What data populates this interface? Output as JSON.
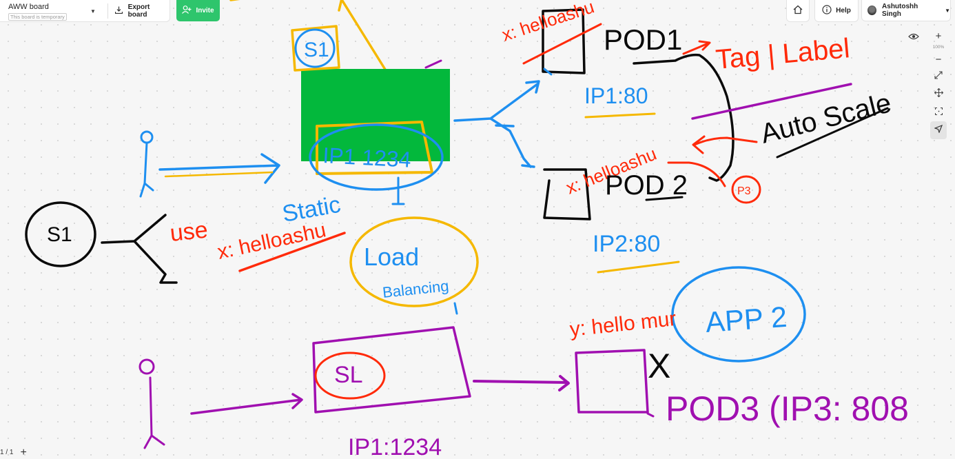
{
  "board": {
    "title": "AWW board",
    "subtitle": "This board is temporary",
    "export_label": "Export board",
    "invite_label": "Invite"
  },
  "header": {
    "help_label": "Help",
    "user_name": "Ashutoshh Singh"
  },
  "zoom": {
    "level": "100%"
  },
  "pagination": {
    "current": "1 / 1"
  },
  "drawing": {
    "colors": {
      "red": "#ff2a0a",
      "blue": "#1e8ff0",
      "black": "#0a0a0a",
      "gold": "#f5b800",
      "purple": "#a010b0",
      "green_fill": "#03b83c"
    },
    "texts": {
      "s1_top": "S1",
      "ip_1234": "IP1 1234",
      "static": "Static",
      "s1_left": "S1",
      "use": "use",
      "x_hello_left": "x: helloashu",
      "load": "Load",
      "balancing": "Balancing",
      "x_hello_top": "x: helloashu",
      "pod1": "POD1",
      "tag_label": "Tag | Label",
      "ip1_80": "IP1:80",
      "auto_scale": "Auto Scale",
      "x_hello_mid": "x: helloashu",
      "pod2": "POD 2",
      "p3": "P3",
      "ip2_80": "IP2:80",
      "y_hello": "y: hello mur",
      "app2": "APP 2",
      "x_mark": "X",
      "sl": "SL",
      "pod3": "POD3 (IP3: 808",
      "ip1_1234_bottom": "IP1:1234"
    }
  }
}
